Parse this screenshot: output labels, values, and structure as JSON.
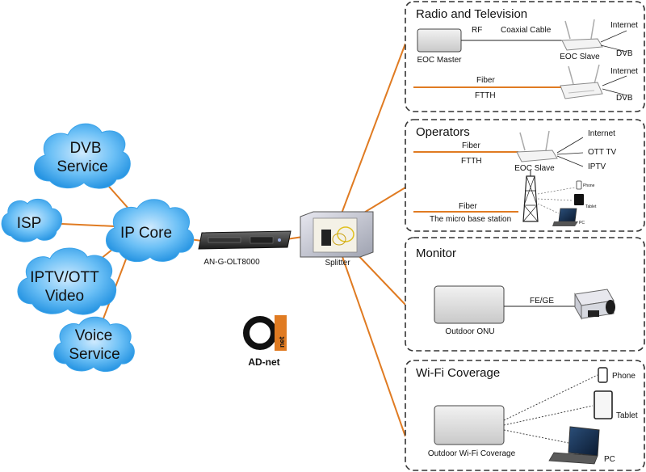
{
  "clouds": {
    "dvb": [
      "DVB",
      "Service"
    ],
    "isp": "ISP",
    "ip_core": "IP Core",
    "iptv": [
      "IPTV/OTT",
      "Video"
    ],
    "voice": [
      "Voice",
      "Service"
    ]
  },
  "devices": {
    "olt": "AN-G-OLT8000",
    "splitter": "Splitter"
  },
  "logo": {
    "text": "AD-net",
    "mark_letter": "net"
  },
  "panels": {
    "radio_tv": {
      "title": "Radio and Television",
      "rf": "RF",
      "coaxial": "Coaxial Cable",
      "eoc_master": "EOC Master",
      "eoc_slave": "EOC Slave",
      "internet_1": "Internet",
      "dvb_1": "DVB",
      "fiber": "Fiber",
      "ftth": "FTTH",
      "internet_2": "Internet",
      "dvb_2": "DVB"
    },
    "operators": {
      "title": "Operators",
      "fiber_1": "Fiber",
      "ftth": "FTTH",
      "eoc_slave": "EOC Slave",
      "internet": "Internet",
      "ott_tv": "OTT TV",
      "iptv": "IPTV",
      "fiber_2": "Fiber",
      "micro_bs": "The micro base station",
      "phone": "Phone",
      "tablet": "Tablet",
      "pc": "PC"
    },
    "monitor": {
      "title": "Monitor",
      "fe_ge": "FE/GE",
      "outdoor_onu": "Outdoor ONU"
    },
    "wifi": {
      "title": "Wi-Fi Coverage",
      "outdoor_wifi": "Outdoor Wi-Fi Coverage",
      "phone": "Phone",
      "tablet": "Tablet",
      "pc": "PC"
    }
  },
  "colors": {
    "link": "#e07b22",
    "cloud": "#3aa3ea",
    "panel_border": "#333333"
  }
}
